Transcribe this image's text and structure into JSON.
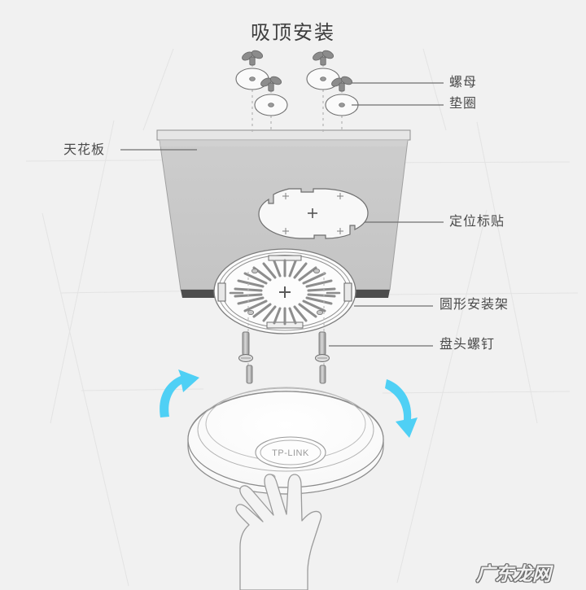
{
  "page": {
    "title": "吸顶安装",
    "background_color": "#f1f1f1",
    "watermark": "广东龙网"
  },
  "colors": {
    "background": "#f1f1f1",
    "ceiling_fill": "#c8c8c8",
    "ceiling_top": "#e2e2e2",
    "ceiling_edge_dark": "#4a4a4a",
    "outline": "#7a7a7a",
    "label_text": "#4a4a4a",
    "arrow_cyan": "#4fd0f5",
    "device_fill": "#fdfdfd",
    "grid_line": "#e3e3e3"
  },
  "labels": [
    {
      "id": "ceiling",
      "text": "天花板",
      "side": "left"
    },
    {
      "id": "nut",
      "text": "螺母",
      "side": "right"
    },
    {
      "id": "washer",
      "text": "垫圈",
      "side": "right"
    },
    {
      "id": "sticker",
      "text": "定位标贴",
      "side": "right"
    },
    {
      "id": "bracket",
      "text": "圆形安装架",
      "side": "right"
    },
    {
      "id": "screw",
      "text": "盘头螺钉",
      "side": "right"
    }
  ],
  "device": {
    "brand": "TP-LINK",
    "type": "ceiling-mount-wireless-access-point"
  },
  "parts": {
    "wing_nut_count": 4,
    "washer_count": 4,
    "pan_head_screw_count": 2,
    "rotation_arrows": 2
  }
}
